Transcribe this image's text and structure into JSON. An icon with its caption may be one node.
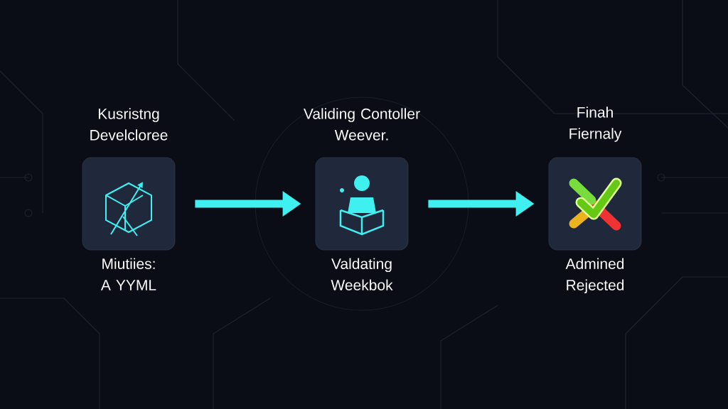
{
  "diagram": {
    "nodes": [
      {
        "text": [
          "Kusristng Develcloree",
          "Miutiies: A YYML"
        ]
      },
      {
        "text": [
          "Validing Contoller Weever.",
          "Valdating Weekbok"
        ]
      },
      {
        "text": [
          "Finah Fiernaly",
          "Admined Rejected"
        ]
      }
    ],
    "edges": [
      {
        "from": 0,
        "to": 1,
        "arrow": "to"
      },
      {
        "from": 1,
        "to": 2,
        "arrow": "to"
      }
    ]
  }
}
